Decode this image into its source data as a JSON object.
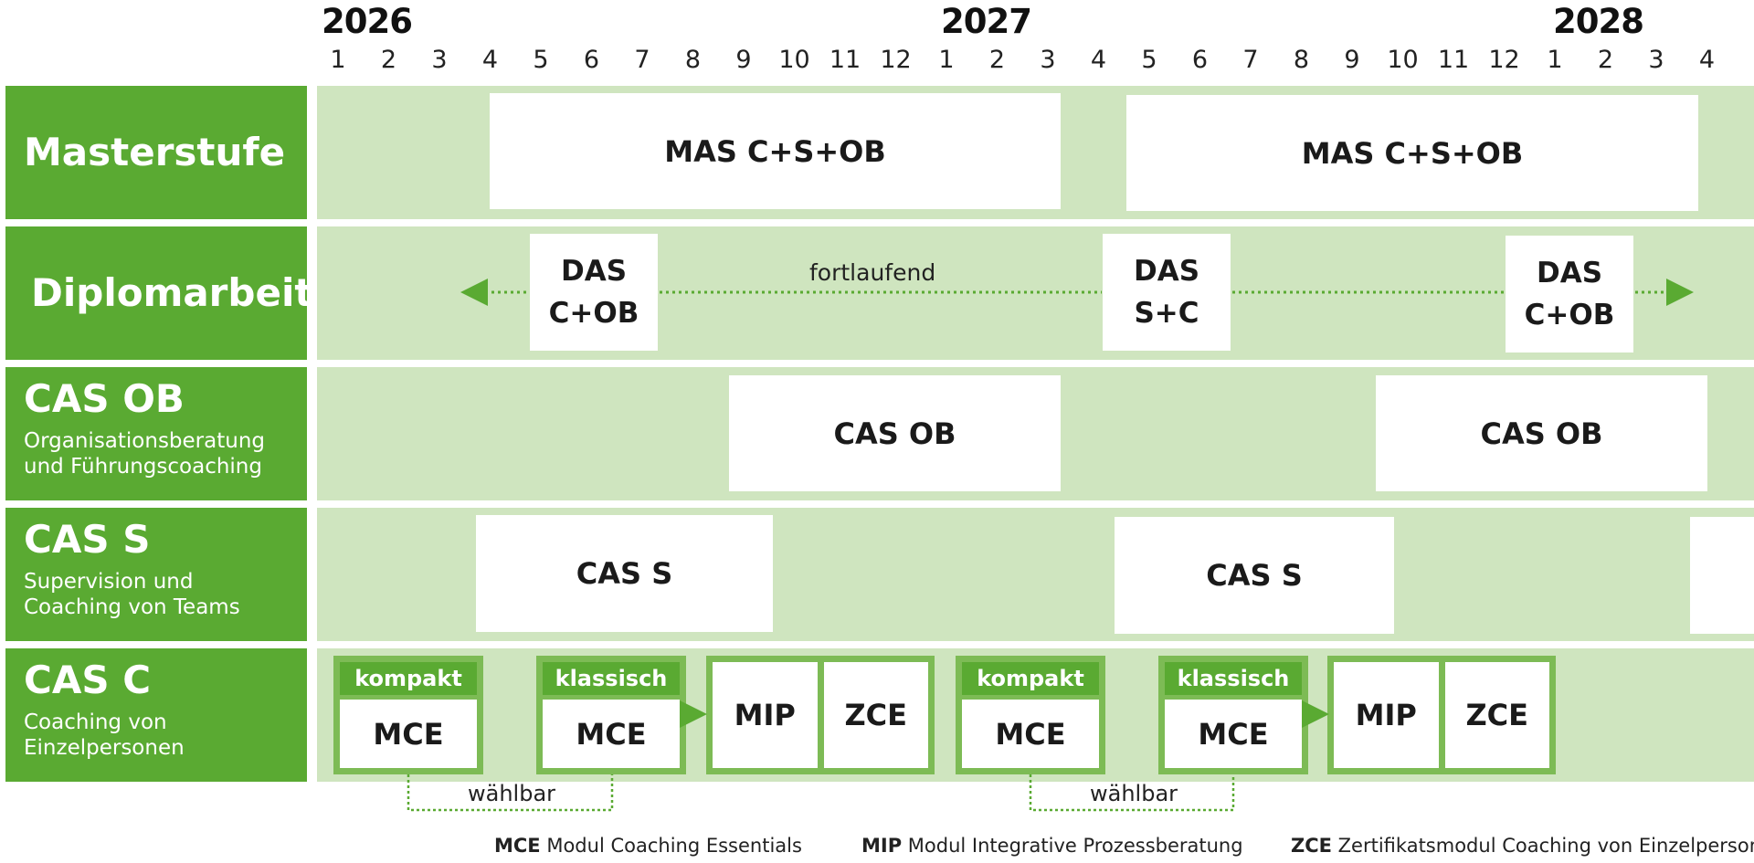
{
  "timeline": {
    "years": [
      "2026",
      "2027",
      "2028"
    ],
    "months": [
      "1",
      "2",
      "3",
      "4",
      "5",
      "6",
      "7",
      "8",
      "9",
      "10",
      "11",
      "12",
      "1",
      "2",
      "3",
      "4",
      "5",
      "6",
      "7",
      "8",
      "9",
      "10",
      "11",
      "12",
      "1",
      "2",
      "3",
      "4"
    ]
  },
  "rows": {
    "masterstufe": {
      "title": "Masterstufe",
      "boxes": [
        "MAS C+S+OB",
        "MAS C+S+OB"
      ]
    },
    "diplomarbeit": {
      "title": "Diplomarbeit",
      "continuous_label": "fortlaufend",
      "boxes": [
        {
          "line1": "DAS",
          "line2": "C+OB"
        },
        {
          "line1": "DAS",
          "line2": "S+C"
        },
        {
          "line1": "DAS",
          "line2": "C+OB"
        }
      ]
    },
    "cas_ob": {
      "title": "CAS OB",
      "subtitle_1": "Organisationsberatung",
      "subtitle_2": "und Führungscoaching",
      "boxes": [
        "CAS OB",
        "CAS OB"
      ]
    },
    "cas_s": {
      "title": "CAS S",
      "subtitle_1": "Supervision und",
      "subtitle_2": "Coaching von Teams",
      "boxes": [
        "CAS S",
        "CAS S"
      ]
    },
    "cas_c": {
      "title": "CAS C",
      "subtitle_1": "Coaching von",
      "subtitle_2": "Einzelpersonen",
      "modules": [
        {
          "tag": "kompakt",
          "name": "MCE"
        },
        {
          "tag": "klassisch",
          "name": "MCE"
        },
        {
          "tag": "kompakt",
          "name": "MCE"
        },
        {
          "tag": "klassisch",
          "name": "MCE"
        }
      ],
      "pairs": [
        {
          "left": "MIP",
          "right": "ZCE"
        },
        {
          "left": "MIP",
          "right": "ZCE"
        }
      ],
      "choice_label": "wählbar"
    }
  },
  "legend": [
    {
      "abbr": "MCE",
      "text": "Modul Coaching Essentials"
    },
    {
      "abbr": "MIP",
      "text": "Modul Integrative Prozessberatung"
    },
    {
      "abbr": "ZCE",
      "text": "Zertifikatsmodul Coaching von Einzelpersonen"
    }
  ],
  "colors": {
    "label_green": "#5aaa32",
    "band_green": "#cfe5bf",
    "module_border": "#7dbb55",
    "arrow_green": "#5aaa32"
  }
}
